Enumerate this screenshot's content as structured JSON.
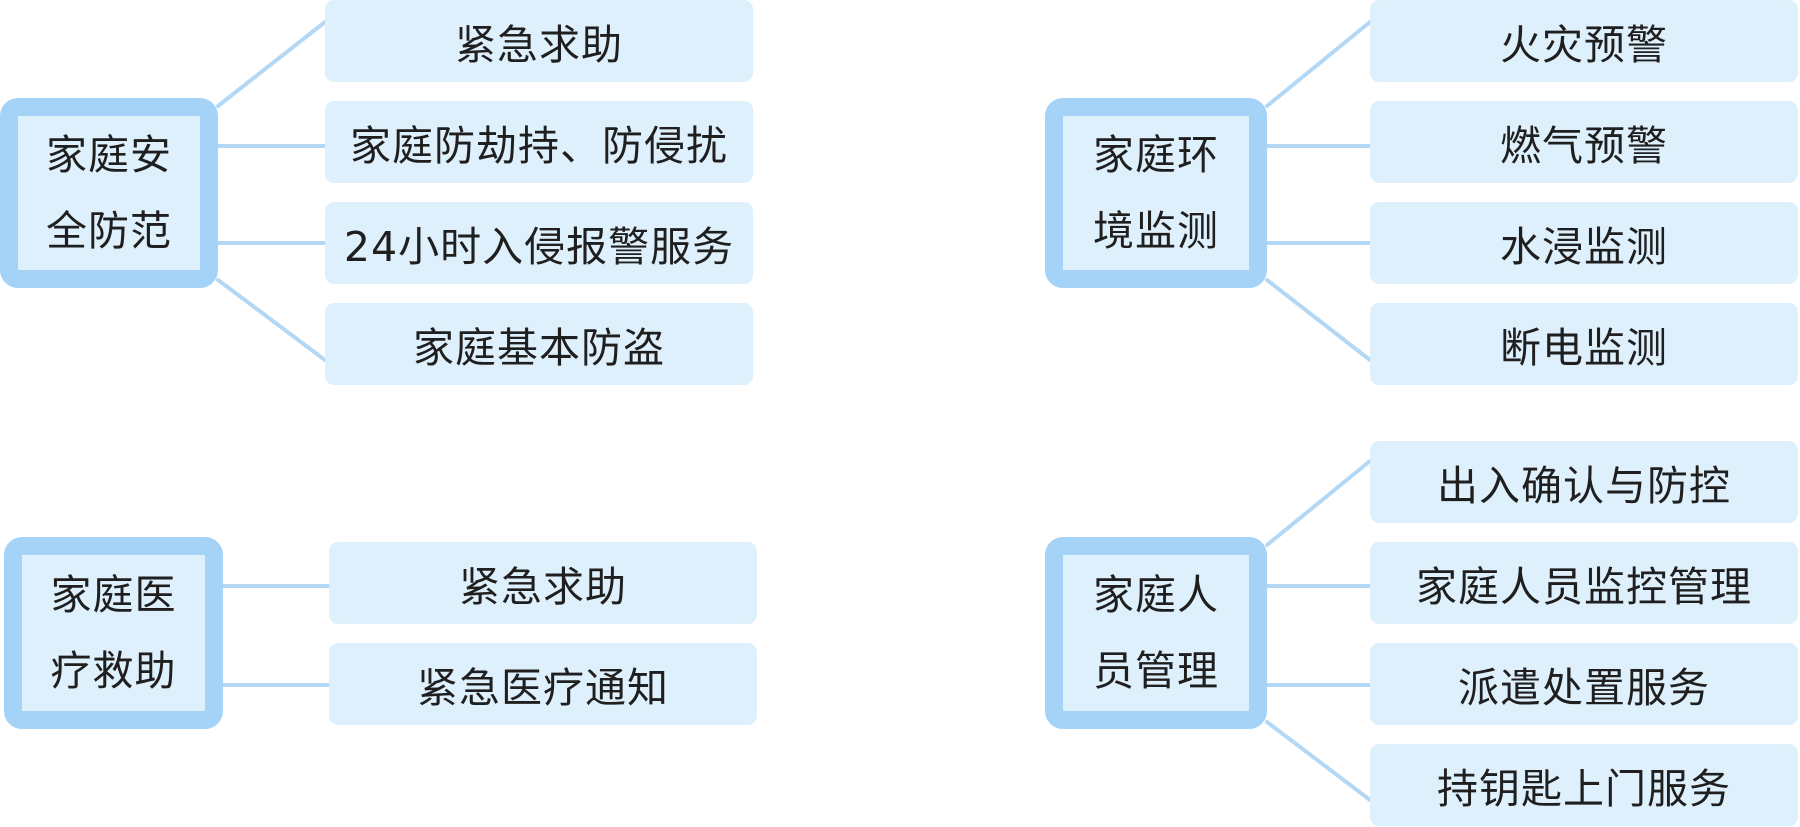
{
  "groups": [
    {
      "id": "security",
      "title": "家庭安全防范",
      "items": [
        "紧急求助",
        "家庭防劫持、防侵扰",
        "24小时入侵报警服务",
        "家庭基本防盗"
      ]
    },
    {
      "id": "environment",
      "title": "家庭环境监测",
      "items": [
        "火灾预警",
        "燃气预警",
        "水浸监测",
        "断电监测"
      ]
    },
    {
      "id": "medical",
      "title": "家庭医疗救助",
      "items": [
        "紧急求助",
        "紧急医疗通知"
      ]
    },
    {
      "id": "personnel",
      "title": "家庭人员管理",
      "items": [
        "出入确认与防控",
        "家庭人员监控管理",
        "派遣处置服务",
        "持钥匙上门服务"
      ]
    }
  ],
  "colors": {
    "hub_border": "#a5d3f8",
    "box_fill": "#dff0fd",
    "connector": "#b3d8f5",
    "text": "#1f1f1f"
  }
}
